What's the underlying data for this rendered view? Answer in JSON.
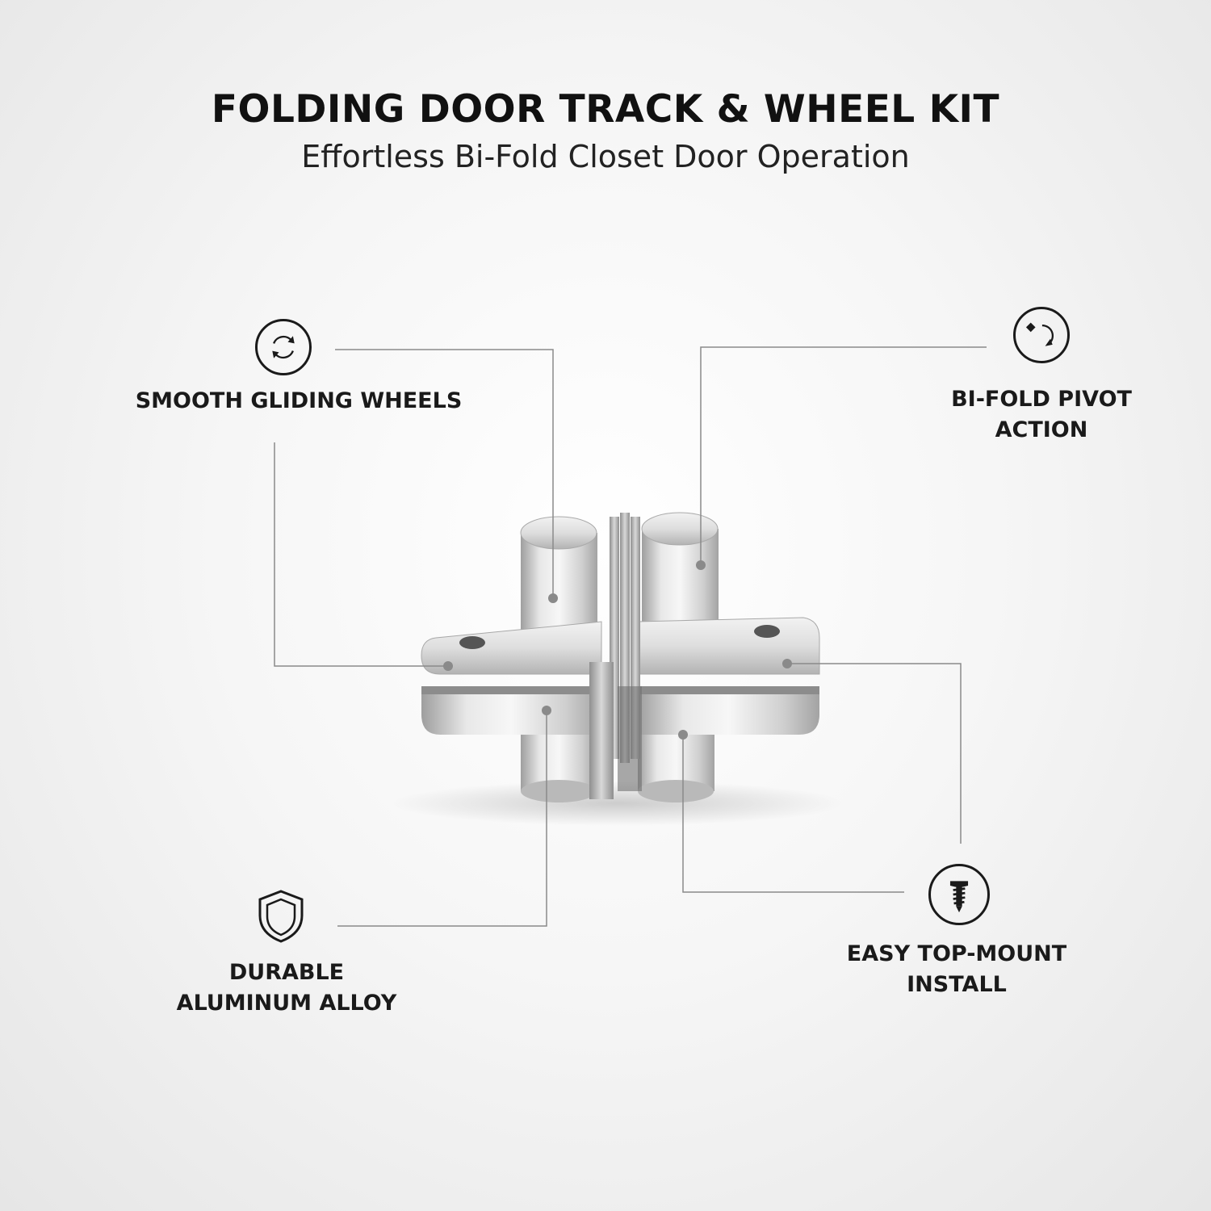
{
  "header": {
    "title": "FOLDING DOOR TRACK & WHEEL KIT",
    "subtitle": "Effortless Bi-Fold Closet Door Operation"
  },
  "features": {
    "smooth": {
      "label": "SMOOTH GLIDING WHEELS",
      "icon": "rotate-arrows-icon"
    },
    "pivot": {
      "label_line1": "BI-FOLD PIVOT",
      "label_line2": "ACTION",
      "icon": "pivot-arrow-icon"
    },
    "durable": {
      "label_line1": "DURABLE",
      "label_line2": "ALUMINUM ALLOY",
      "icon": "shield-icon"
    },
    "install": {
      "label_line1": "EASY TOP-MOUNT",
      "label_line2": "INSTALL",
      "icon": "screw-icon"
    }
  },
  "colors": {
    "text": "#111111",
    "lines": "#8a8a8a",
    "metal": "#c9c9c9"
  }
}
